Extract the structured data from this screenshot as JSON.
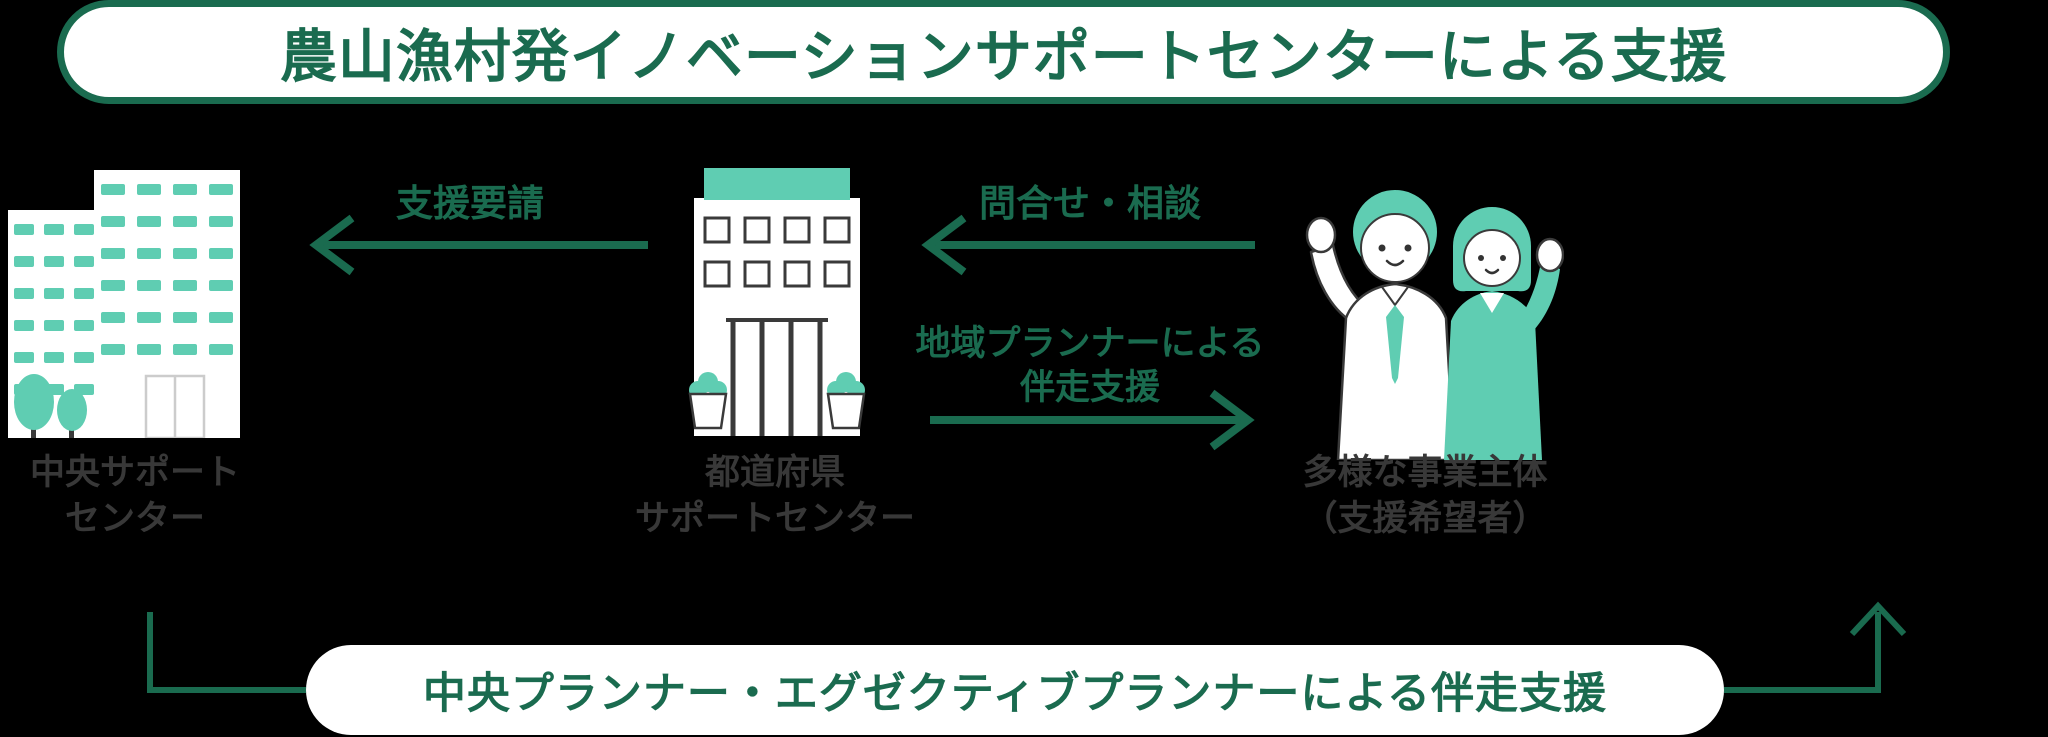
{
  "title_banner": {
    "text": "農山漁村発イノベーションサポートセンターによる支援"
  },
  "nodes": {
    "central_support_center": {
      "label_lines": [
        "中央サポート",
        "センター"
      ],
      "icon": "office-building"
    },
    "prefectural_support_center": {
      "label_lines": [
        "都道府県",
        "サポートセンター"
      ],
      "icon": "civic-building"
    },
    "business_entities": {
      "label_lines": [
        "多様な事業主体",
        "（支援希望者）"
      ],
      "icon": "two-people"
    }
  },
  "flows": {
    "support_request": {
      "label": "支援要請",
      "direction": "left",
      "from": "prefectural_support_center",
      "to": "central_support_center"
    },
    "inquiry_consultation": {
      "label": "問合せ・相談",
      "direction": "left",
      "from": "business_entities",
      "to": "prefectural_support_center"
    },
    "regional_planner_support": {
      "label_lines": [
        "地域プランナーによる",
        "伴走支援"
      ],
      "direction": "right",
      "from": "prefectural_support_center",
      "to": "business_entities"
    },
    "central_planner_support": {
      "label": "中央プランナー・エグゼクティブプランナーによる伴走支援",
      "from": "central_support_center",
      "to": "business_entities"
    }
  },
  "colors": {
    "background": "#000000",
    "banner_fill": "#ffffff",
    "dark_green": "#1a6b4f",
    "teal_accent": "#5fcdb2",
    "label_dark": "#383838"
  }
}
